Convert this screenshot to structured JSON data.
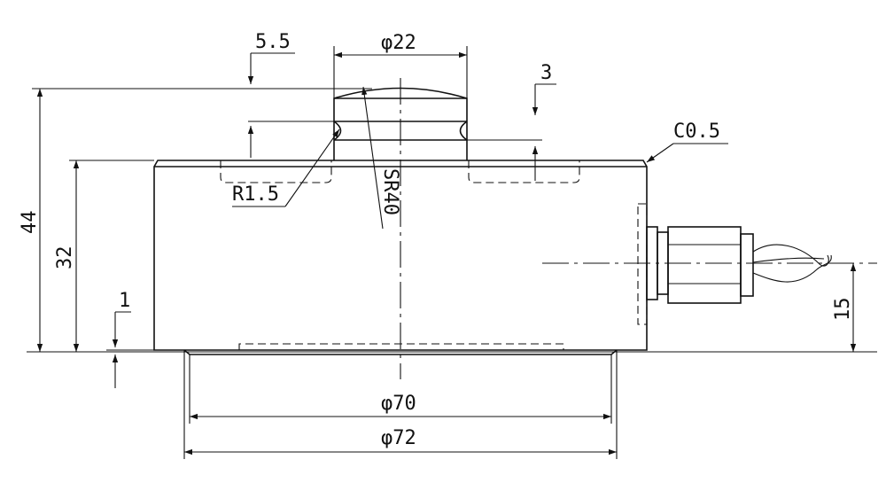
{
  "dimensions": {
    "top_groove_width": "5.5",
    "head_diameter": "φ22",
    "groove_depth": "3",
    "chamfer": "C0.5",
    "fillet_radius": "R1.5",
    "sphere_radius": "SR40",
    "total_height": "44",
    "body_height": "32",
    "base_step": "1",
    "cable_height": "15",
    "base_diameter_inner": "φ70",
    "base_diameter_outer": "φ72"
  },
  "colors": {
    "line": "#111111",
    "background": "#ffffff"
  }
}
